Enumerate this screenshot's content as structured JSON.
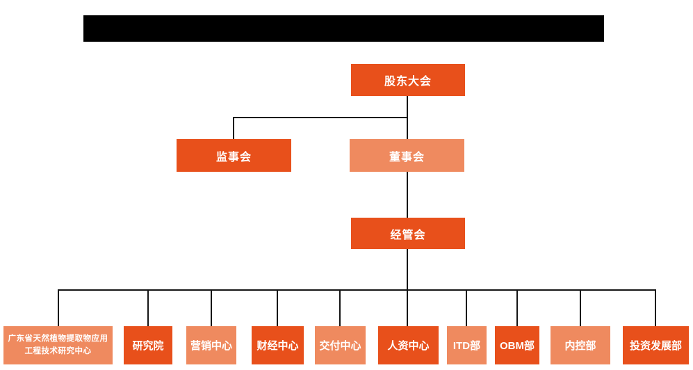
{
  "colors": {
    "dark_orange": "#e8501b",
    "light_orange": "#ef8a5f",
    "line_color": "#141414",
    "label_text": "#ffffff",
    "redacted_bar": "#000000",
    "background": "#ffffff"
  },
  "header": {
    "redacted": true,
    "visible_text": ""
  },
  "org": {
    "root": {
      "label": "股东大会",
      "tone": "dark"
    },
    "level2": [
      {
        "label": "监事会",
        "tone": "dark"
      },
      {
        "label": "董事会",
        "tone": "light"
      }
    ],
    "level3": {
      "label": "经管会",
      "tone": "dark"
    },
    "departments": [
      {
        "label": "广东省天然植物提取物应用工程技术研究中心",
        "tone": "light"
      },
      {
        "label": "研究院",
        "tone": "dark"
      },
      {
        "label": "营销中心",
        "tone": "light"
      },
      {
        "label": "财经中心",
        "tone": "dark"
      },
      {
        "label": "交付中心",
        "tone": "light"
      },
      {
        "label": "人资中心",
        "tone": "dark"
      },
      {
        "label": "ITD部",
        "tone": "light"
      },
      {
        "label": "OBM部",
        "tone": "dark"
      },
      {
        "label": "内控部",
        "tone": "light"
      },
      {
        "label": "投资发展部",
        "tone": "dark"
      }
    ]
  }
}
